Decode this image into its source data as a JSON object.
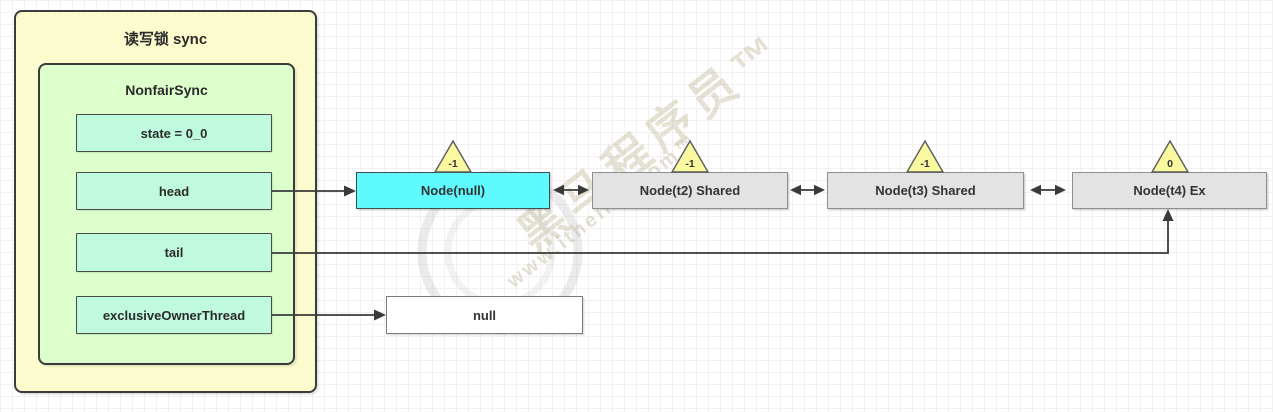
{
  "diagram": {
    "outer": {
      "title": "读写锁 sync"
    },
    "inner": {
      "title": "NonfairSync"
    },
    "fields": [
      {
        "label": "state = 0_0"
      },
      {
        "label": "head"
      },
      {
        "label": "tail"
      },
      {
        "label": "exclusiveOwnerThread"
      }
    ],
    "nodes": [
      {
        "label": "Node(null)",
        "wait_status": "-1"
      },
      {
        "label": "Node(t2) Shared",
        "wait_status": "-1"
      },
      {
        "label": "Node(t3) Shared",
        "wait_status": "-1"
      },
      {
        "label": "Node(t4) Ex",
        "wait_status": "0"
      }
    ],
    "null_box": {
      "label": "null"
    },
    "watermark": {
      "text": "黑马程序员™",
      "url": "www.itheima.com™"
    },
    "colors": {
      "outer_fill": "#FBFBCD",
      "inner_fill": "#DCFFCB",
      "field_fill": "#BFFADF",
      "head_node_fill": "#5FFAFD",
      "node_fill": "#E3E3E3",
      "triangle_fill": "#FAF9A0",
      "border_dark": "#3B3B3B",
      "connector": "#3A3A3A"
    }
  }
}
